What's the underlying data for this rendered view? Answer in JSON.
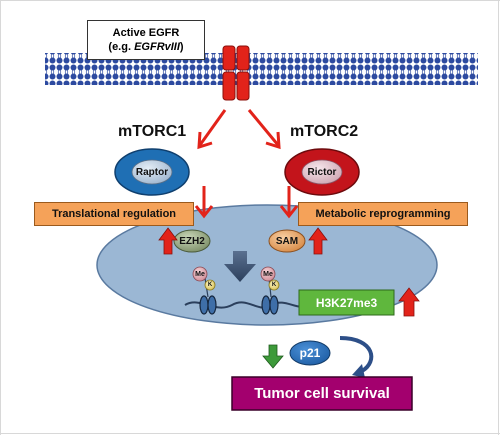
{
  "receptor": {
    "line1": "Active EGFR",
    "line2_prefix": "(e.g. ",
    "line2_italic": "EGFRvIII",
    "line2_suffix": ")"
  },
  "complexes": {
    "mtorc1": {
      "title": "mTORC1",
      "subunit": "Raptor"
    },
    "mtorc2": {
      "title": "mTORC2",
      "subunit": "Rictor"
    }
  },
  "processes": {
    "translational": "Translational regulation",
    "metabolic": "Metabolic reprogramming"
  },
  "nucleus": {
    "ezh2": "EZH2",
    "sam": "SAM",
    "methyl_label": "Me",
    "lysine_label": "K",
    "mark": "H3K27me3"
  },
  "outputs": {
    "p21": "p21",
    "survival": "Tumor cell survival"
  },
  "colors": {
    "membrane": "#2d4aa0",
    "receptor_red": "#e2231a",
    "mtorc1_blue": "#1f6fb4",
    "mtorc2_red": "#c3141b",
    "process_orange": "#f5a259",
    "nucleus": "#9bb7d4",
    "mark_green": "#5fb73d",
    "survival_purple": "#a3006e",
    "down_green": "#3d9a3a"
  }
}
